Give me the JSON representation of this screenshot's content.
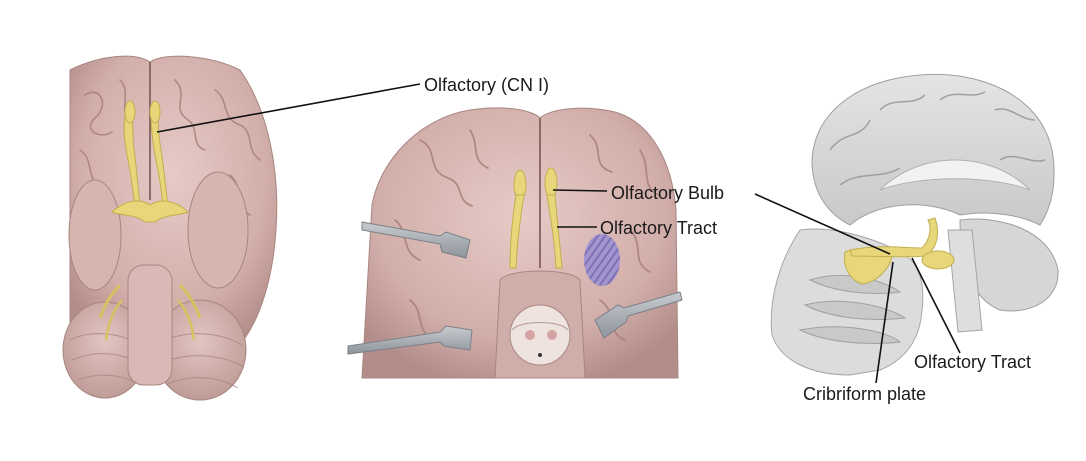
{
  "labels": {
    "olfactory_cn1": "Olfactory (CN I)",
    "olfactory_bulb": "Olfactory Bulb",
    "olfactory_tract_mid": "Olfactory Tract",
    "olfactory_tract_right": "Olfactory Tract",
    "cribriform_plate": "Cribriform plate"
  },
  "colors": {
    "brain_tissue": "#d9b8b4",
    "brain_shadow": "#b48f8c",
    "nerve_yellow": "#e8d77a",
    "sagittal_gray": "#d4d4d4",
    "leader_line": "#111111",
    "instrument_gray": "#a9aeb4",
    "highlight_purple": "#8f86c9"
  }
}
